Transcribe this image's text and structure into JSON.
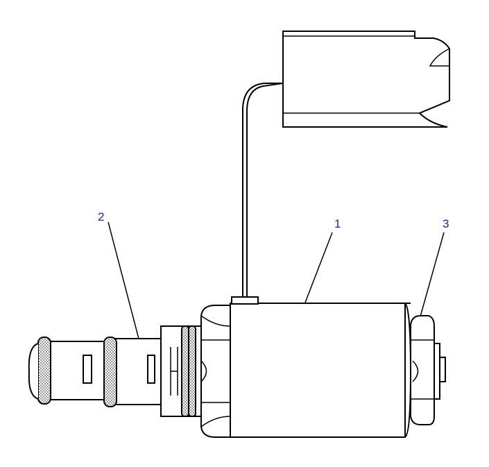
{
  "callouts": {
    "one": "1",
    "two": "2",
    "three": "3"
  },
  "colors": {
    "callout_text": "#1a1ac8",
    "line": "#000000",
    "background": "#ffffff"
  }
}
